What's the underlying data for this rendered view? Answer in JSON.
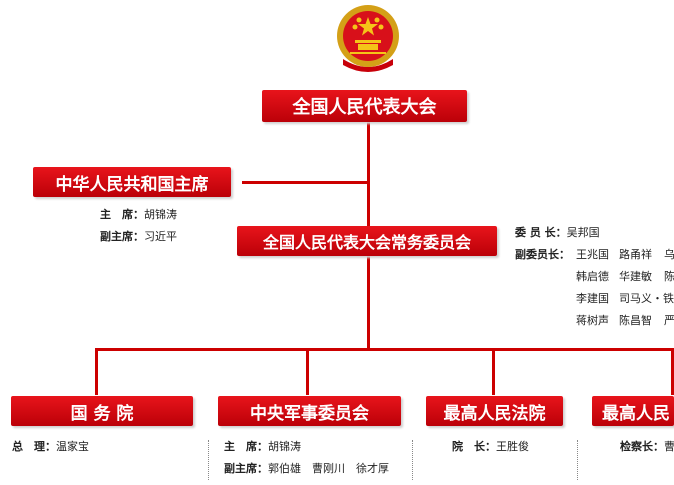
{
  "top": {
    "title": "全国人民代表大会"
  },
  "president": {
    "title": "中华人民共和国主席",
    "chair_label": "主　席：",
    "chair_name": "胡锦涛",
    "vice_label": "副主席：",
    "vice_name": "习近平"
  },
  "standing": {
    "title": "全国人民代表大会常务委员会",
    "chair_label": "委 员 长：",
    "chair_name": "吴邦国",
    "vice_label": "副委员长：",
    "vice_rows": [
      [
        "王兆国",
        "路甬祥",
        "乌"
      ],
      [
        "韩启德",
        "华建敏",
        "陈"
      ],
      [
        "李建国",
        "司马义・铁"
      ],
      [
        "蒋树声",
        "陈昌智",
        "严"
      ]
    ]
  },
  "state_council": {
    "title": "国 务 院",
    "label": "总　理：",
    "name": "温家宝"
  },
  "cmc": {
    "title": "中央军事委员会",
    "chair_label": "主　席：",
    "chair_name": "胡锦涛",
    "vice_label": "副主席：",
    "vice_names": [
      "郭伯雄",
      "曹刚川",
      "徐才厚"
    ]
  },
  "court": {
    "title": "最高人民法院",
    "label": "院　长：",
    "name": "王胜俊"
  },
  "procuratorate": {
    "title": "最高人民",
    "label": "检察长：",
    "name": "曹"
  }
}
